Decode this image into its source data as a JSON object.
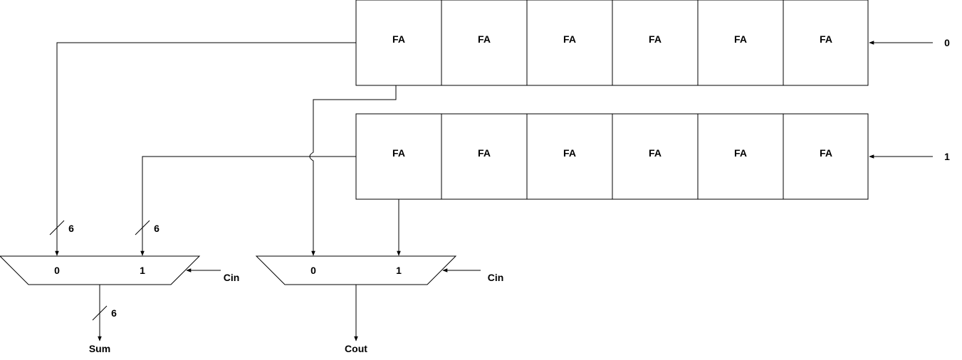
{
  "adder_rows": [
    {
      "carry_in_label": "0",
      "cells": [
        "FA",
        "FA",
        "FA",
        "FA",
        "FA",
        "FA"
      ]
    },
    {
      "carry_in_label": "1",
      "cells": [
        "FA",
        "FA",
        "FA",
        "FA",
        "FA",
        "FA"
      ]
    }
  ],
  "sum_mux": {
    "inputs": [
      "0",
      "1"
    ],
    "select_label": "Cin",
    "input_width_labels": [
      "6",
      "6"
    ],
    "output_width_label": "6",
    "output_label": "Sum"
  },
  "carry_mux": {
    "inputs": [
      "0",
      "1"
    ],
    "select_label": "Cin",
    "output_label": "Cout"
  }
}
